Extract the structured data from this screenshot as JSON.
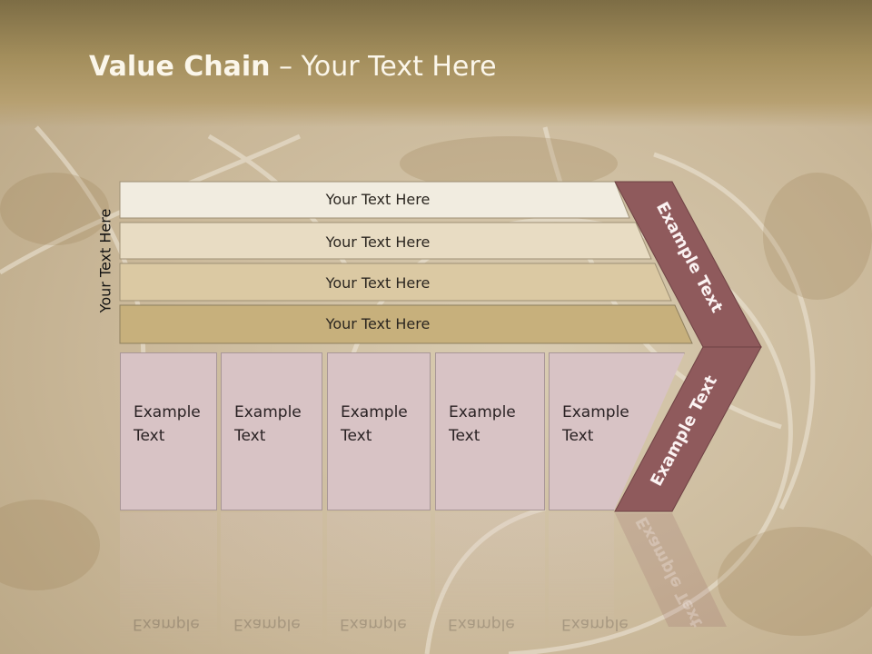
{
  "title": {
    "bold": "Value Chain",
    "rest": " – Your Text Here"
  },
  "side_label": "Your Text Here",
  "bars": [
    {
      "label": "Your Text Here",
      "color": "#f1ece0"
    },
    {
      "label": "Your Text Here",
      "color": "#e8dcc3"
    },
    {
      "label": "Your Text Here",
      "color": "#dbc9a3"
    },
    {
      "label": "Your Text Here",
      "color": "#c7b07c"
    }
  ],
  "boxes": [
    {
      "line1": "Example",
      "line2": "Text"
    },
    {
      "line1": "Example",
      "line2": "Text"
    },
    {
      "line1": "Example",
      "line2": "Text"
    },
    {
      "line1": "Example",
      "line2": "Text"
    },
    {
      "line1": "Example",
      "line2": "Text"
    }
  ],
  "arrow_top": "Example Text",
  "arrow_bottom": "Example Text",
  "colors": {
    "arrow": "#8f5a5c",
    "box": "#d8c3c5",
    "header": "#a38e5c"
  }
}
